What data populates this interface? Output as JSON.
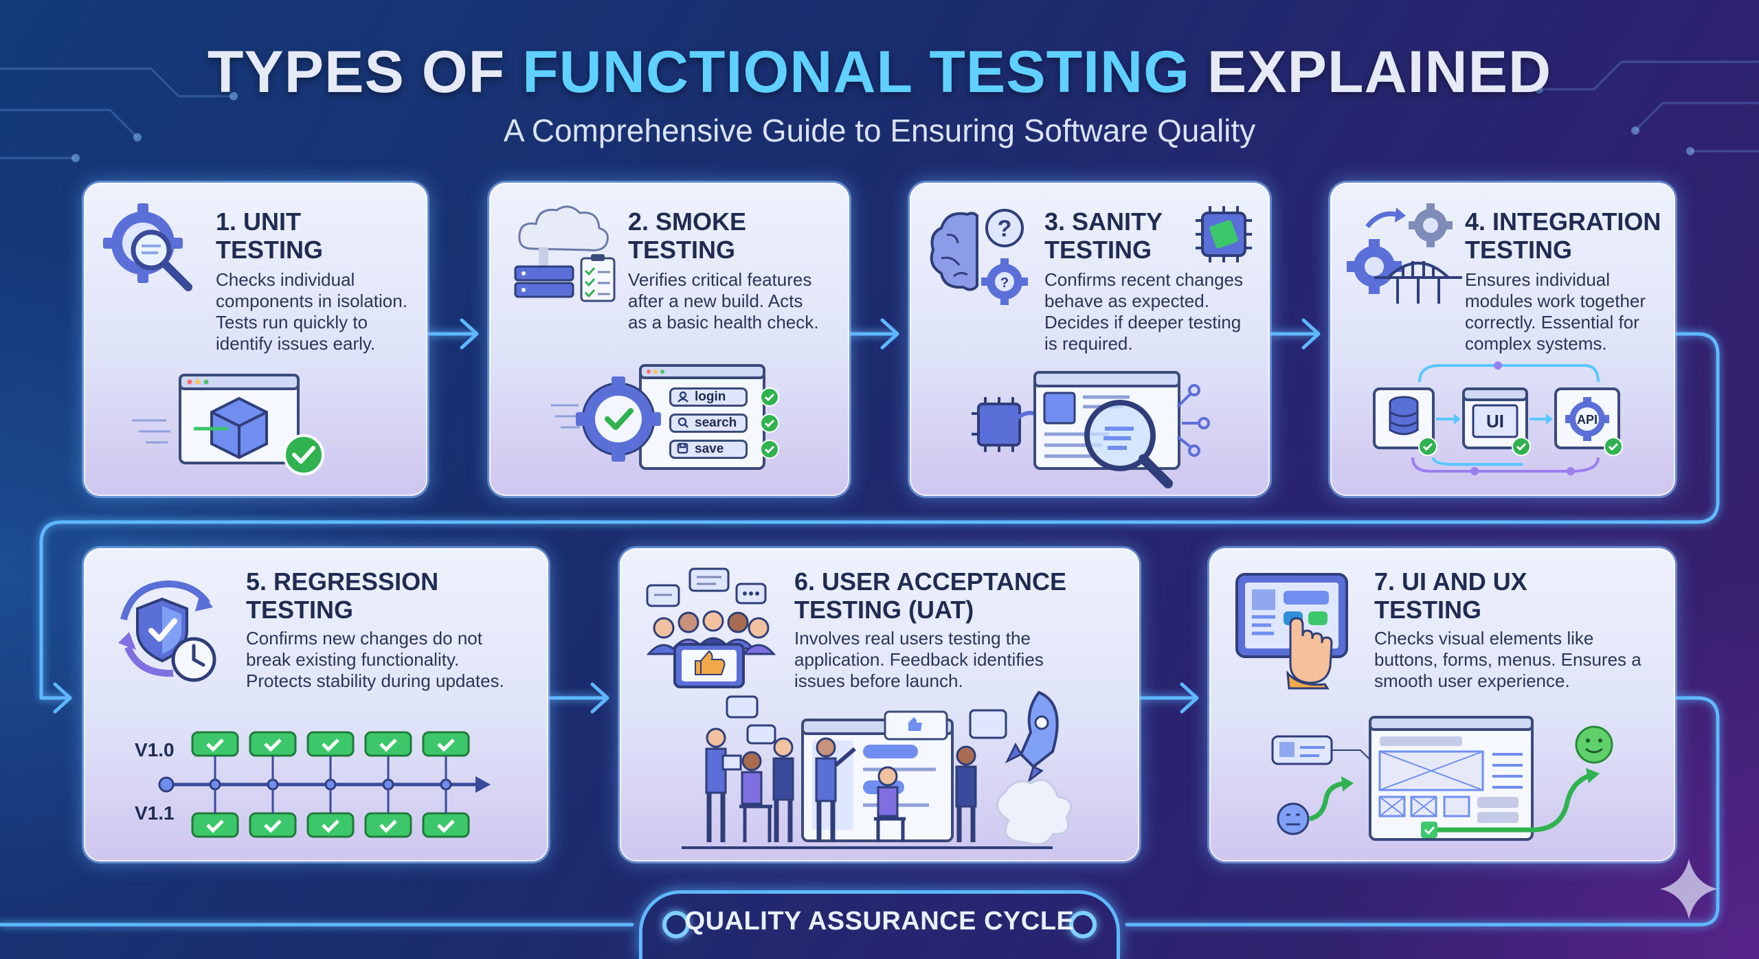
{
  "header": {
    "title_part1": "TYPES OF ",
    "title_accent": "FUNCTIONAL TESTING",
    "title_part2": " EXPLAINED",
    "subtitle": "A Comprehensive Guide to Ensuring Software Quality"
  },
  "cards": [
    {
      "title_line1": "1. UNIT",
      "title_line2": "TESTING",
      "desc": [
        "Checks individual",
        "components in isolation.",
        "Tests run quickly to",
        "identify issues early."
      ]
    },
    {
      "title_line1": "2. SMOKE",
      "title_line2": "TESTING",
      "desc": [
        "Verifies critical features",
        "after a new build. Acts",
        "as a basic health check."
      ],
      "checklist": [
        "login",
        "search",
        "save"
      ]
    },
    {
      "title_line1": "3. SANITY",
      "title_line2": "TESTING",
      "desc": [
        "Confirms recent changes",
        "behave as expected.",
        "Decides if deeper testing",
        "is required."
      ]
    },
    {
      "title_line1": "4. INTEGRATION",
      "title_line2": "TESTING",
      "desc": [
        "Ensures individual",
        "modules work together",
        "correctly. Essential for",
        "complex systems."
      ],
      "modules": [
        "UI",
        "API"
      ]
    },
    {
      "title_line1": "5. REGRESSION",
      "title_line2": "TESTING",
      "desc": [
        "Confirms new changes do not",
        "break existing functionality.",
        "Protects stability during updates."
      ],
      "versions": [
        "V1.0",
        "V1.1"
      ]
    },
    {
      "title_line1": "6. USER ACCEPTANCE",
      "title_line2": "TESTING (UAT)",
      "desc": [
        "Involves real users testing the",
        "application. Feedback identifies",
        "issues before launch."
      ]
    },
    {
      "title_line1": "7. UI AND UX",
      "title_line2": "TESTING",
      "desc": [
        "Checks visual elements like",
        "buttons, forms, menus. Ensures a",
        "smooth user experience."
      ]
    }
  ],
  "footer": {
    "label": "QUALITY ASSURANCE CYCLE"
  },
  "colors": {
    "accent": "#5fd0ff",
    "flow": "#5fb8ff",
    "check": "#2fb24f",
    "icon": "#5b6fd8"
  },
  "icons": [
    "gear-magnifier-icon",
    "cloud-server-icon",
    "brain-question-icon",
    "chip-icon",
    "gear-bridge-icon",
    "shield-cycle-clock-icon",
    "users-feedback-icon",
    "tablet-touch-icon",
    "sparkle-icon"
  ]
}
